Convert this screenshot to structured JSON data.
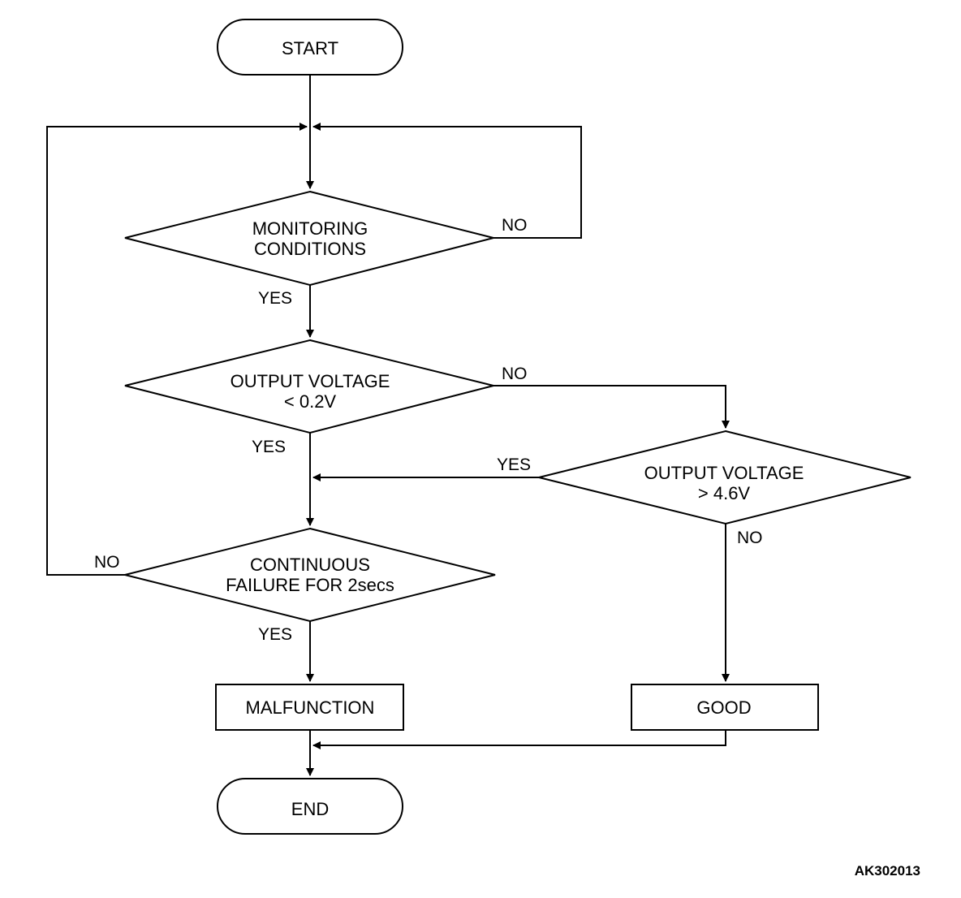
{
  "nodes": {
    "start": "START",
    "monitoring": [
      "MONITORING",
      "CONDITIONS"
    ],
    "output_low": [
      "OUTPUT VOLTAGE",
      "< 0.2V"
    ],
    "output_high": [
      "OUTPUT VOLTAGE",
      "> 4.6V"
    ],
    "continuous": [
      "CONTINUOUS",
      "FAILURE FOR 2secs"
    ],
    "malfunction": "MALFUNCTION",
    "good": "GOOD",
    "end": "END"
  },
  "edges": {
    "monitoring_no": "NO",
    "monitoring_yes": "YES",
    "output_low_no": "NO",
    "output_low_yes": "YES",
    "output_high_yes": "YES",
    "output_high_no": "NO",
    "continuous_no": "NO",
    "continuous_yes": "YES"
  },
  "figure_code": "AK302013"
}
